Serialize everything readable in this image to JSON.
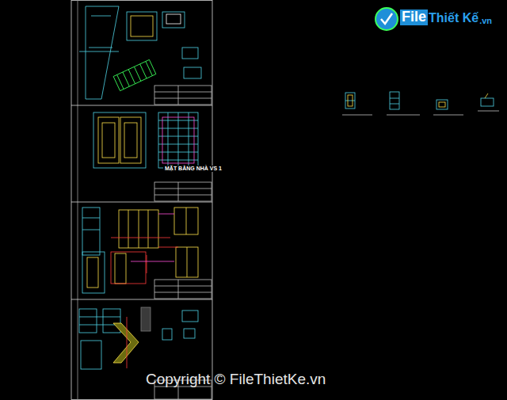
{
  "diagram": {
    "labels": [
      "MẶT BẰNG NHÀ VS 1",
      "Copyright © FileThietKe.vn",
      "File",
      "Thiết Kế",
      ".vn"
    ]
  }
}
